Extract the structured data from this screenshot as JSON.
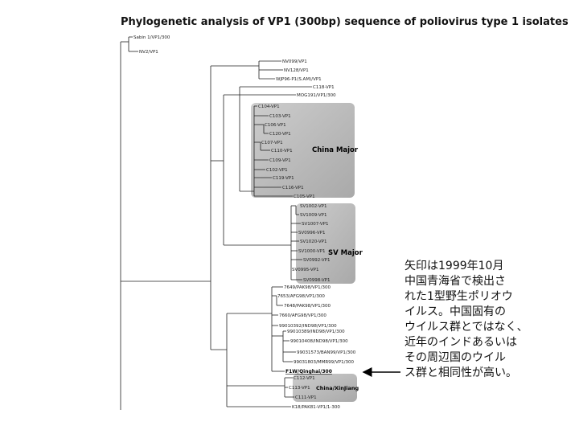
{
  "title": "Phylogenetic analysis of VP1 (300bp) sequence of poliovirus type 1 isolates",
  "groups": {
    "china_major": "China Major",
    "sv_major": "SV Major",
    "china_xinjiang": "China/XinJiang"
  },
  "leaves": {
    "sabin": "Sabin 1/VP1/300",
    "nv2": "NV2/VP1",
    "nv099": "NV099/VP1",
    "nv128": "NV128/VP1",
    "wjp96": "WJP96-P1(S.AM)/VP1",
    "c118": "C118-VP1",
    "mog191": "MOG191/VP1/300",
    "c104": "C104-VP1",
    "c103": "C103-VP1",
    "c106": "C106-VP1",
    "c120": "C120-VP1",
    "c107": "C107-VP1",
    "c110": "C110-VP1",
    "c109": "C109-VP1",
    "c102": "C102-VP1",
    "c119": "C119-VP1",
    "c116": "C116-VP1",
    "c105": "C105-VP1",
    "sv1002": "SV1002-VP1",
    "sv1009": "SV1009-VP1",
    "sv1007": "SV1007-VP1",
    "sv0996": "SV0996-VP1",
    "sv1020": "SV1020-VP1",
    "sv1000": "SV1000-VP1",
    "sv0992": "SV0992-VP1",
    "sv0995": "SV0995-VP1",
    "sv0998": "SV0998-VP1",
    "p7649": "7649/PAK98/VP1/300",
    "p7653": "7653/AFG98/VP1/300",
    "p7648": "7648/PAK98/VP1/300",
    "p7660": "7660/AFG98/VP1/300",
    "p99010392": "99010392/IND98/VP1/300",
    "p99010389": "99010389/IND98/VP1/300",
    "p99010408": "99010408/IND98/VP1/300",
    "p99031573": "99031573/BAN99/VP1/300",
    "p99031803": "99031803/MMR99/VP1/300",
    "f1w": "F1W/Qinghai/300",
    "c112": "C112-VP1",
    "c113": "C113-VP1",
    "c111": "C111-VP1",
    "k18": "K18/PAK81-VP1/1-300"
  },
  "note": [
    "矢印は1999年10月",
    "中国青海省で検出さ",
    "れた1型野生ポリオウ",
    "イルス。中国固有の",
    "ウイルス群とではなく、",
    "近年のインドあるいは",
    "その周辺国のウイル",
    "ス群と相同性が高い。"
  ]
}
